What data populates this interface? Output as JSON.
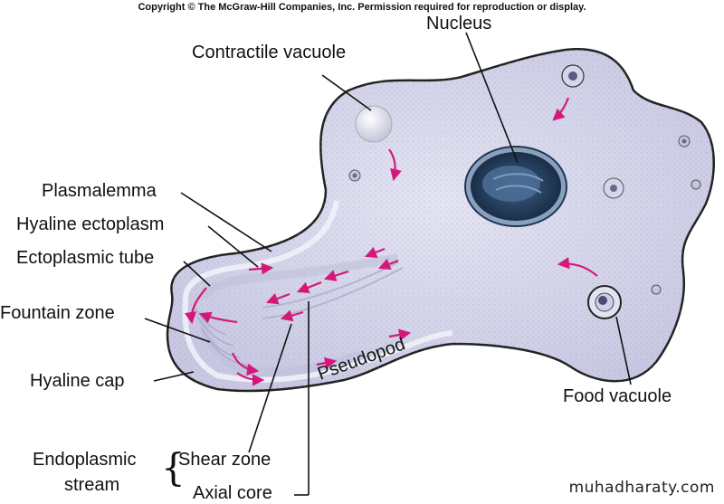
{
  "copyright": "Copyright © The McGraw-Hill Companies, Inc. Permission required for reproduction or display.",
  "labels": {
    "nucleus": "Nucleus",
    "contractile_vacuole": "Contractile vacuole",
    "plasmalemma": "Plasmalemma",
    "hyaline_ectoplasm": "Hyaline ectoplasm",
    "ectoplasmic_tube": "Ectoplasmic tube",
    "fountain_zone": "Fountain zone",
    "hyaline_cap": "Hyaline cap",
    "pseudopod": "Pseudopod",
    "food_vacuole": "Food vacuole",
    "endoplasmic": "Endoplasmic",
    "stream": "stream",
    "shear_zone": "Shear zone",
    "axial_core": "Axial core"
  },
  "watermark": "muhadharaty.com",
  "colors": {
    "cell_fill": "#d9d9ee",
    "cell_outline": "#222222",
    "arrow": "#d4187a",
    "nucleus_dark": "#1f3550"
  }
}
